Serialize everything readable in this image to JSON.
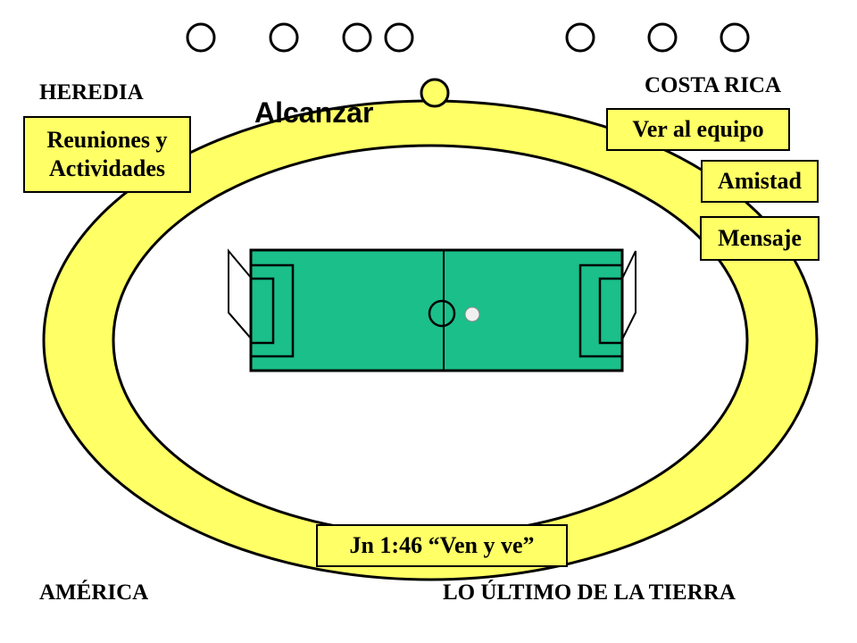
{
  "labels": {
    "heredia": "HEREDIA",
    "costa_rica": "COSTA RICA",
    "america": "AMÉRICA",
    "ultimo": "LO ÚLTIMO DE LA TIERRA"
  },
  "ring_title": "Alcanzar",
  "boxes": {
    "reuniones_line1": "Reuniones y",
    "reuniones_line2": "Actividades",
    "ver_equipo": "Ver al equipo",
    "amistad": "Amistad",
    "mensaje": "Mensaje",
    "verse": "Jn 1:46 “Ven y ve”"
  },
  "colors": {
    "ring": "#ffff66",
    "field": "#1abf8a",
    "line": "#000000"
  }
}
